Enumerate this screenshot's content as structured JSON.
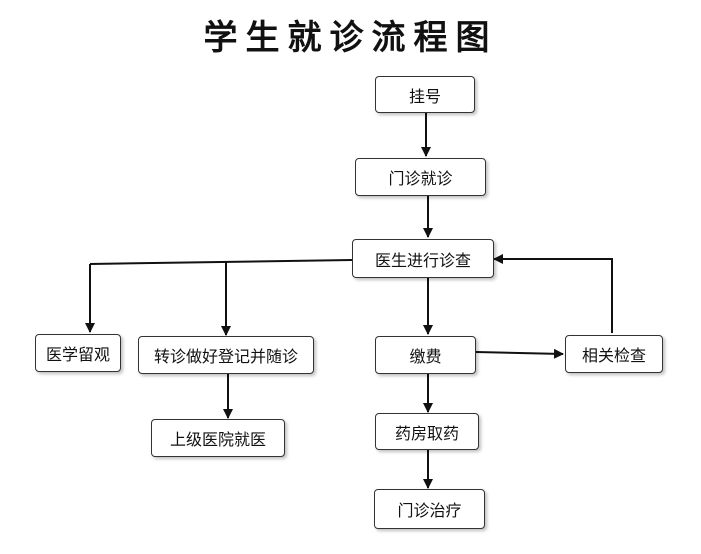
{
  "title": "学生就诊流程图",
  "nodes": {
    "register": "挂号",
    "outpatient_visit": "门诊就诊",
    "doctor_exam": "医生进行诊查",
    "observation": "医学留观",
    "referral": "转诊做好登记并随诊",
    "pay": "缴费",
    "tests": "相关检查",
    "higher_hospital": "上级医院就医",
    "pharmacy": "药房取药",
    "outpatient_treatment": "门诊治疗"
  },
  "colors": {
    "line": "#111111",
    "border": "#333333",
    "background": "#ffffff"
  }
}
